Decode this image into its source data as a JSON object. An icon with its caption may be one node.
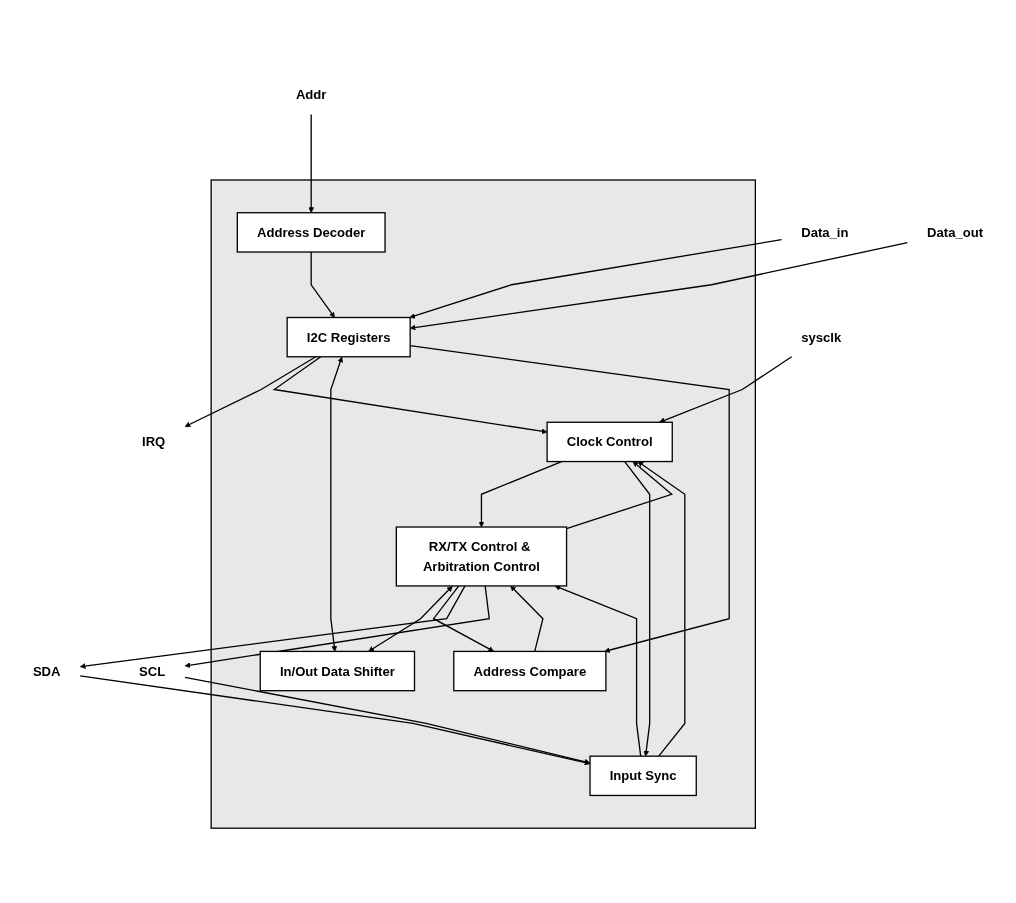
{
  "diagram": {
    "nodes": [
      {
        "text": [
          "IRQ"
        ]
      },
      {
        "text": [
          "Addr"
        ]
      },
      {
        "text": [
          "Data_in"
        ]
      },
      {
        "text": [
          "Data_out"
        ]
      },
      {
        "text": [],
        "shape": "box"
      },
      {
        "text": [
          "Address Decoder"
        ],
        "in": 4
      },
      {
        "text": [
          "I2C Registers"
        ],
        "in": 4
      },
      {
        "text": [
          "sysclk"
        ]
      },
      {
        "text": [
          "Clock Control"
        ],
        "in": 4
      },
      {
        "text": [
          "RX/TX Control & Arbitration Control"
        ],
        "in": 4
      },
      {
        "text": [
          "In/Out Data Shifter"
        ],
        "in": 4
      },
      {
        "text": [
          "Address Compare"
        ],
        "in": 4
      },
      {
        "text": [
          "Input Sync"
        ],
        "in": 4
      },
      {
        "text": [
          "SDA"
        ]
      },
      {
        "text": [
          "SCL"
        ]
      }
    ],
    "edges": [
      {
        "from": 6,
        "to": 0,
        "arrow": "to"
      },
      {
        "from": 1,
        "to": 5,
        "arrow": "to"
      },
      {
        "from": 5,
        "to": 6,
        "arrow": "to"
      },
      {
        "from": 2,
        "to": 6,
        "arrow": "to"
      },
      {
        "from": 3,
        "to": 6,
        "arrow": "to"
      },
      {
        "from": 6,
        "to": 8,
        "arrow": "to"
      },
      {
        "from": 6,
        "to": 10,
        "arrow": "both"
      },
      {
        "from": 6,
        "to": 11,
        "arrow": "to"
      },
      {
        "from": 7,
        "to": 8,
        "arrow": "to"
      },
      {
        "from": 8,
        "to": 9,
        "arrow": "to"
      },
      {
        "from": 9,
        "to": 8,
        "arrow": "to"
      },
      {
        "from": 9,
        "to": 10,
        "arrow": "both"
      },
      {
        "from": 9,
        "to": 11,
        "arrow": "to"
      },
      {
        "from": 11,
        "to": 9,
        "arrow": "to"
      },
      {
        "from": 8,
        "to": 12,
        "arrow": "to"
      },
      {
        "from": 12,
        "to": 8,
        "arrow": "to"
      },
      {
        "from": 12,
        "to": 9,
        "arrow": "to"
      },
      {
        "from": 9,
        "to": 13,
        "arrow": "to"
      },
      {
        "from": 9,
        "to": 14,
        "arrow": "to"
      },
      {
        "from": 13,
        "to": 12,
        "arrow": "to"
      },
      {
        "from": 14,
        "to": 12,
        "arrow": "to"
      }
    ]
  }
}
